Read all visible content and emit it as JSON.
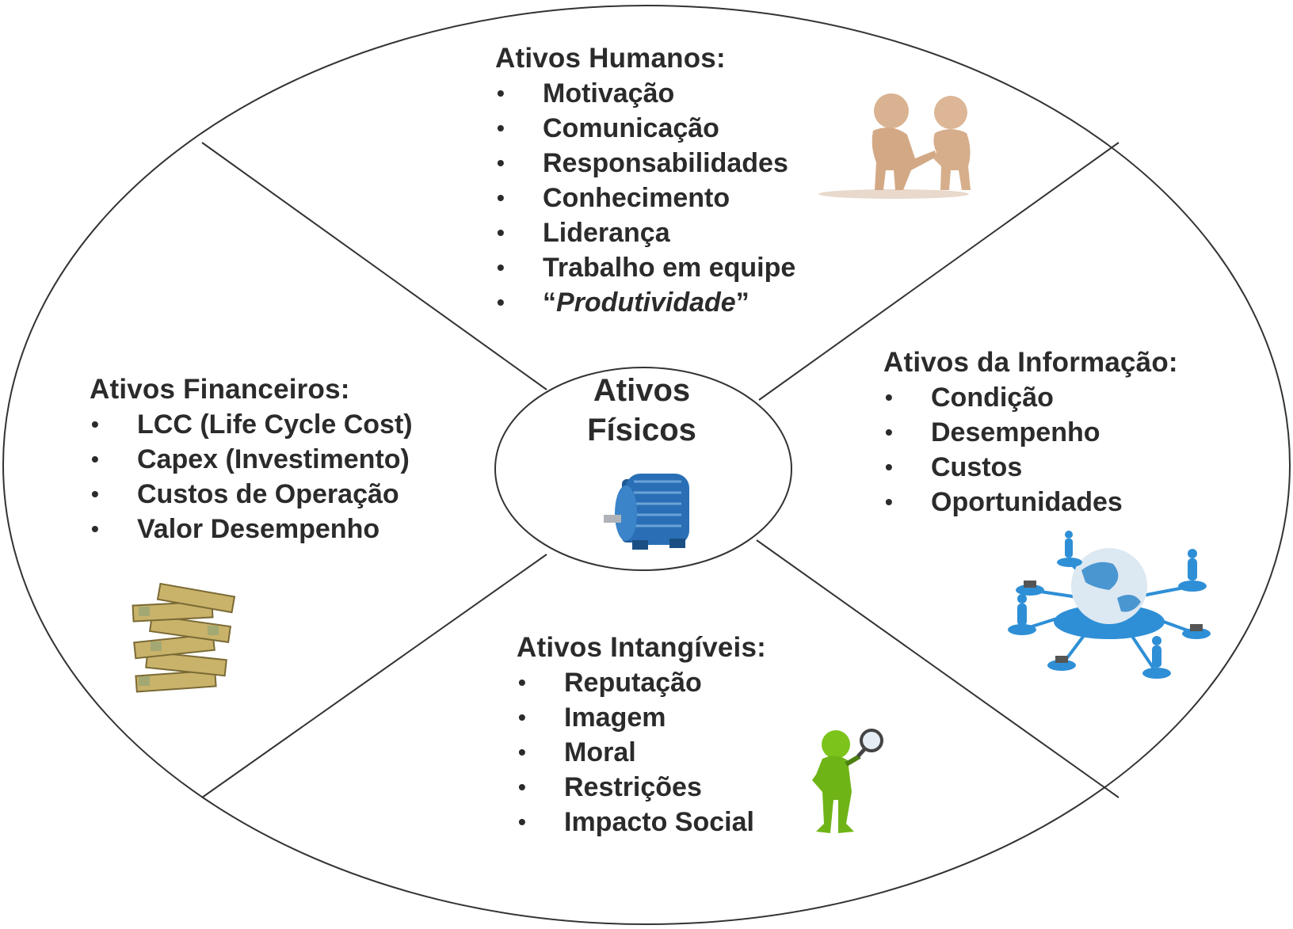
{
  "center": {
    "line1": "Ativos",
    "line2": "Físicos"
  },
  "humanos": {
    "title": "Ativos Humanos:",
    "items": [
      "Motivação",
      "Comunicação",
      "Responsabilidades",
      "Conhecimento",
      "Liderança",
      "Trabalho em equipe"
    ],
    "last_open_quote": "“",
    "last_italic": "Produtividade",
    "last_close_quote": "”"
  },
  "financeiros": {
    "title": "Ativos Financeiros:",
    "items": [
      "LCC (Life Cycle Cost)",
      "Capex (Investimento)",
      "Custos de Operação",
      "Valor Desempenho"
    ]
  },
  "informacao": {
    "title": "Ativos da Informação:",
    "items": [
      "Condição",
      "Desempenho",
      "Custos",
      "Oportunidades"
    ]
  },
  "intangiveis": {
    "title": "Ativos Intangíveis:",
    "items": [
      "Reputação",
      "Imagem",
      "Moral",
      "Restrições",
      "Impacto Social"
    ]
  },
  "icons": {
    "humanos": "handshake-figures-icon",
    "financeiros": "money-stack-icon",
    "informacao": "global-network-icon",
    "intangiveis": "magnifier-figure-icon",
    "center": "electric-motor-icon"
  },
  "colors": {
    "outline": "#333333",
    "money": "#c9b26a",
    "network": "#2e8fd6",
    "figure": "#7cc41c",
    "people": "#d9b291",
    "motor": "#2a6fb5"
  }
}
